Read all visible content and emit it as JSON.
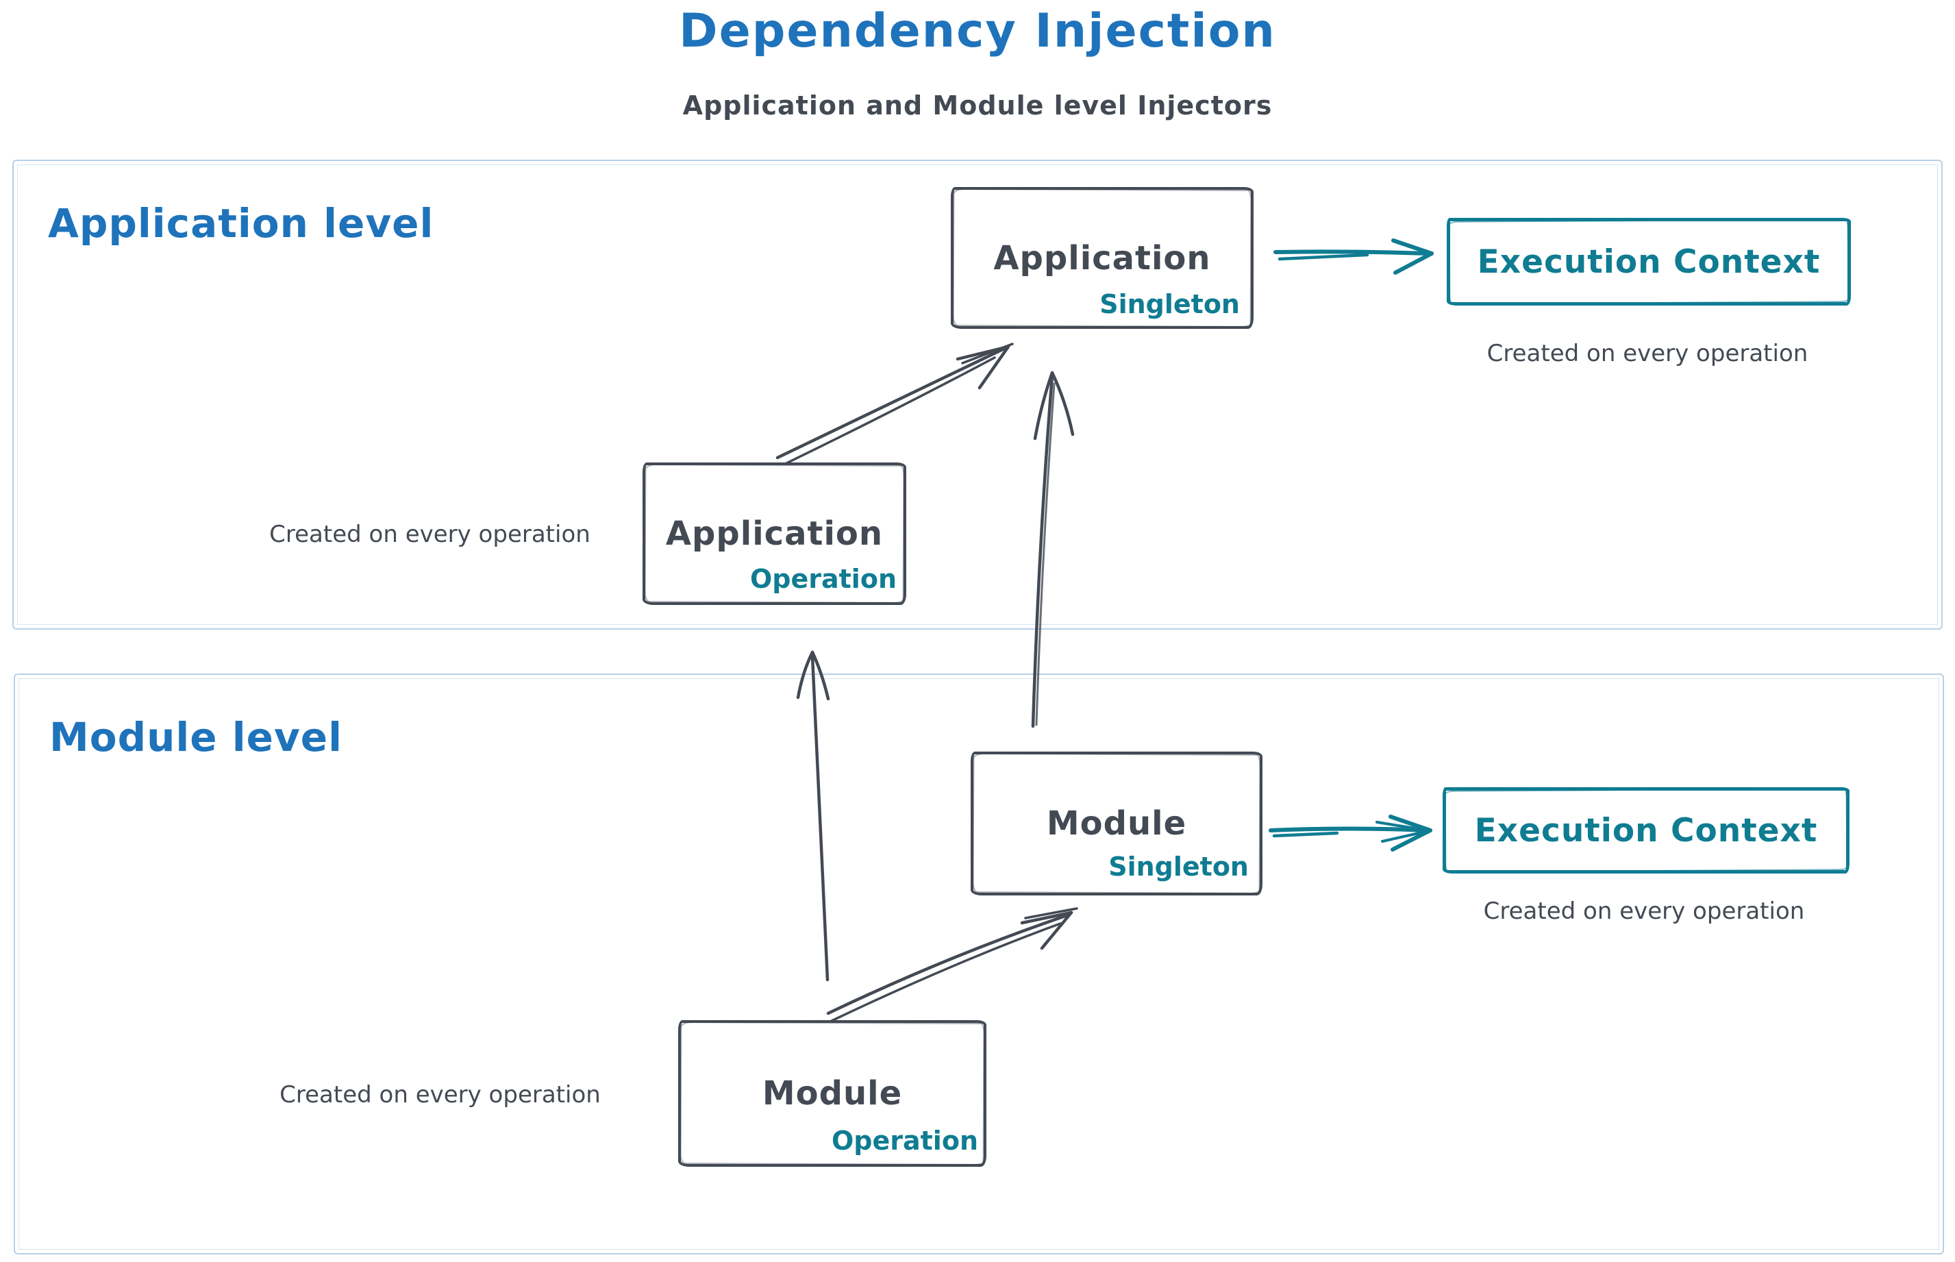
{
  "title": "Dependency Injection",
  "subtitle": "Application and Module level Injectors",
  "colors": {
    "heading_blue": "#1e73bb",
    "ink": "#434a54",
    "teal": "#0f7c92",
    "section_border": "#b9cfe8"
  },
  "sections": {
    "application": {
      "label": "Application level"
    },
    "module": {
      "label": "Module level"
    }
  },
  "nodes": {
    "app_singleton": {
      "title": "Application",
      "tag": "Singleton"
    },
    "app_operation": {
      "title": "Application",
      "tag": "Operation"
    },
    "module_singleton": {
      "title": "Module",
      "tag": "Singleton"
    },
    "module_operation": {
      "title": "Module",
      "tag": "Operation"
    },
    "app_execution_context": {
      "title": "Execution Context"
    },
    "module_execution_context": {
      "title": "Execution Context"
    }
  },
  "notes": {
    "app_ec_note": "Created on every operation",
    "app_op_note": "Created on every operation",
    "module_ec_note": "Created on every operation",
    "module_op_note": "Created on every operation"
  },
  "arrows": [
    {
      "name": "app-operation-to-app-singleton",
      "from": "app_operation",
      "to": "app_singleton"
    },
    {
      "name": "module-singleton-to-app-singleton",
      "from": "module_singleton",
      "to": "app_singleton"
    },
    {
      "name": "module-operation-to-app-operation",
      "from": "module_operation",
      "to": "app_operation"
    },
    {
      "name": "module-operation-to-module-singleton",
      "from": "module_operation",
      "to": "module_singleton"
    },
    {
      "name": "app-singleton-to-execution-context",
      "from": "app_singleton",
      "to": "app_execution_context"
    },
    {
      "name": "module-singleton-to-execution-context",
      "from": "module_singleton",
      "to": "module_execution_context"
    }
  ]
}
